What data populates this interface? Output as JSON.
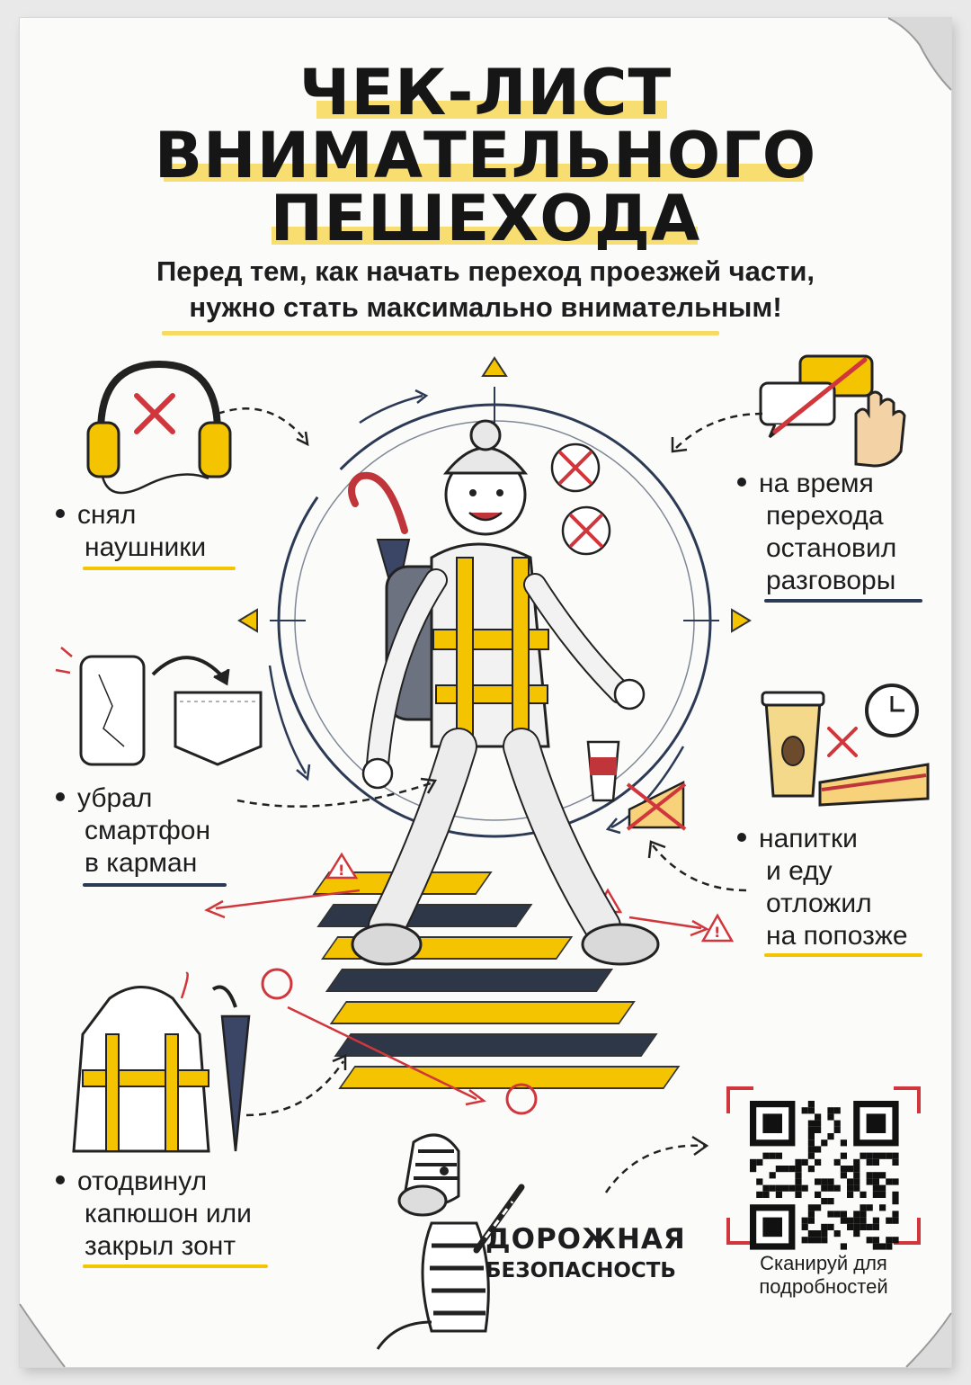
{
  "title": {
    "line1": "ЧЕК-ЛИСТ",
    "line2": "ВНИМАТЕЛЬНОГО",
    "line3": "ПЕШЕХОДА"
  },
  "subtitle": {
    "line1": "Перед тем, как начать переход проезжей части,",
    "line2": "нужно стать максимально внимательным!"
  },
  "checklist": [
    {
      "lines": [
        "снял",
        "наушники"
      ],
      "icon": "headphones-icon"
    },
    {
      "lines": [
        "убрал",
        "смартфон",
        "в карман"
      ],
      "icon": "smartphone-icon"
    },
    {
      "lines": [
        "отодвинул",
        "капюшон или",
        "закрыл зонт"
      ],
      "icon": "hood-umbrella-icon"
    },
    {
      "lines": [
        "на время",
        "перехода",
        "остановил",
        "разговоры"
      ],
      "icon": "speech-bubbles-icon"
    },
    {
      "lines": [
        "напитки",
        "и еду",
        "отложил",
        "на попозже"
      ],
      "icon": "coffee-sandwich-icon"
    }
  ],
  "brand": {
    "line1": "ДОРОЖНАЯ",
    "line2": "БЕЗОПАСНОСТЬ"
  },
  "qr": {
    "caption_line1": "Сканируй для",
    "caption_line2": "подробностей"
  },
  "colors": {
    "accent_yellow": "#f5c400",
    "accent_red": "#d0363b",
    "ink": "#1d1d1f",
    "navy": "#2c3a55"
  }
}
